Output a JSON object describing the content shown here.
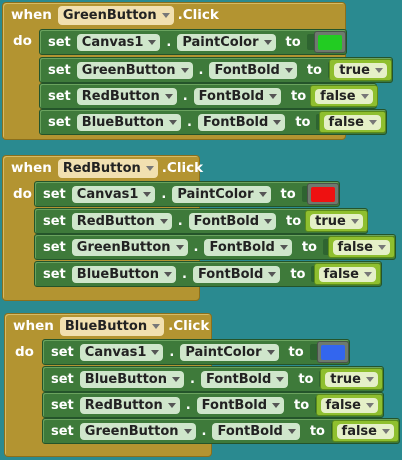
{
  "keywords": {
    "when": "when",
    "do": "do",
    "set": "set",
    "to": "to",
    "dot": "."
  },
  "events": [
    {
      "component": "GreenButton",
      "event": ".Click",
      "rows": [
        {
          "component": "Canvas1",
          "property": "PaintColor",
          "type": "color",
          "color": "#22cc22"
        },
        {
          "component": "GreenButton",
          "property": "FontBold",
          "type": "bool",
          "value": "true"
        },
        {
          "component": "RedButton",
          "property": "FontBold",
          "type": "bool",
          "value": "false"
        },
        {
          "component": "BlueButton",
          "property": "FontBold",
          "type": "bool",
          "value": "false"
        }
      ]
    },
    {
      "component": "RedButton",
      "event": ".Click",
      "rows": [
        {
          "component": "Canvas1",
          "property": "PaintColor",
          "type": "color",
          "color": "#ee1111"
        },
        {
          "component": "RedButton",
          "property": "FontBold",
          "type": "bool",
          "value": "true"
        },
        {
          "component": "GreenButton",
          "property": "FontBold",
          "type": "bool",
          "value": "false"
        },
        {
          "component": "BlueButton",
          "property": "FontBold",
          "type": "bool",
          "value": "false"
        }
      ]
    },
    {
      "component": "BlueButton",
      "event": ".Click",
      "rows": [
        {
          "component": "Canvas1",
          "property": "PaintColor",
          "type": "color",
          "color": "#3366ee"
        },
        {
          "component": "BlueButton",
          "property": "FontBold",
          "type": "bool",
          "value": "true"
        },
        {
          "component": "RedButton",
          "property": "FontBold",
          "type": "bool",
          "value": "false"
        },
        {
          "component": "GreenButton",
          "property": "FontBold",
          "type": "bool",
          "value": "false"
        }
      ]
    }
  ]
}
